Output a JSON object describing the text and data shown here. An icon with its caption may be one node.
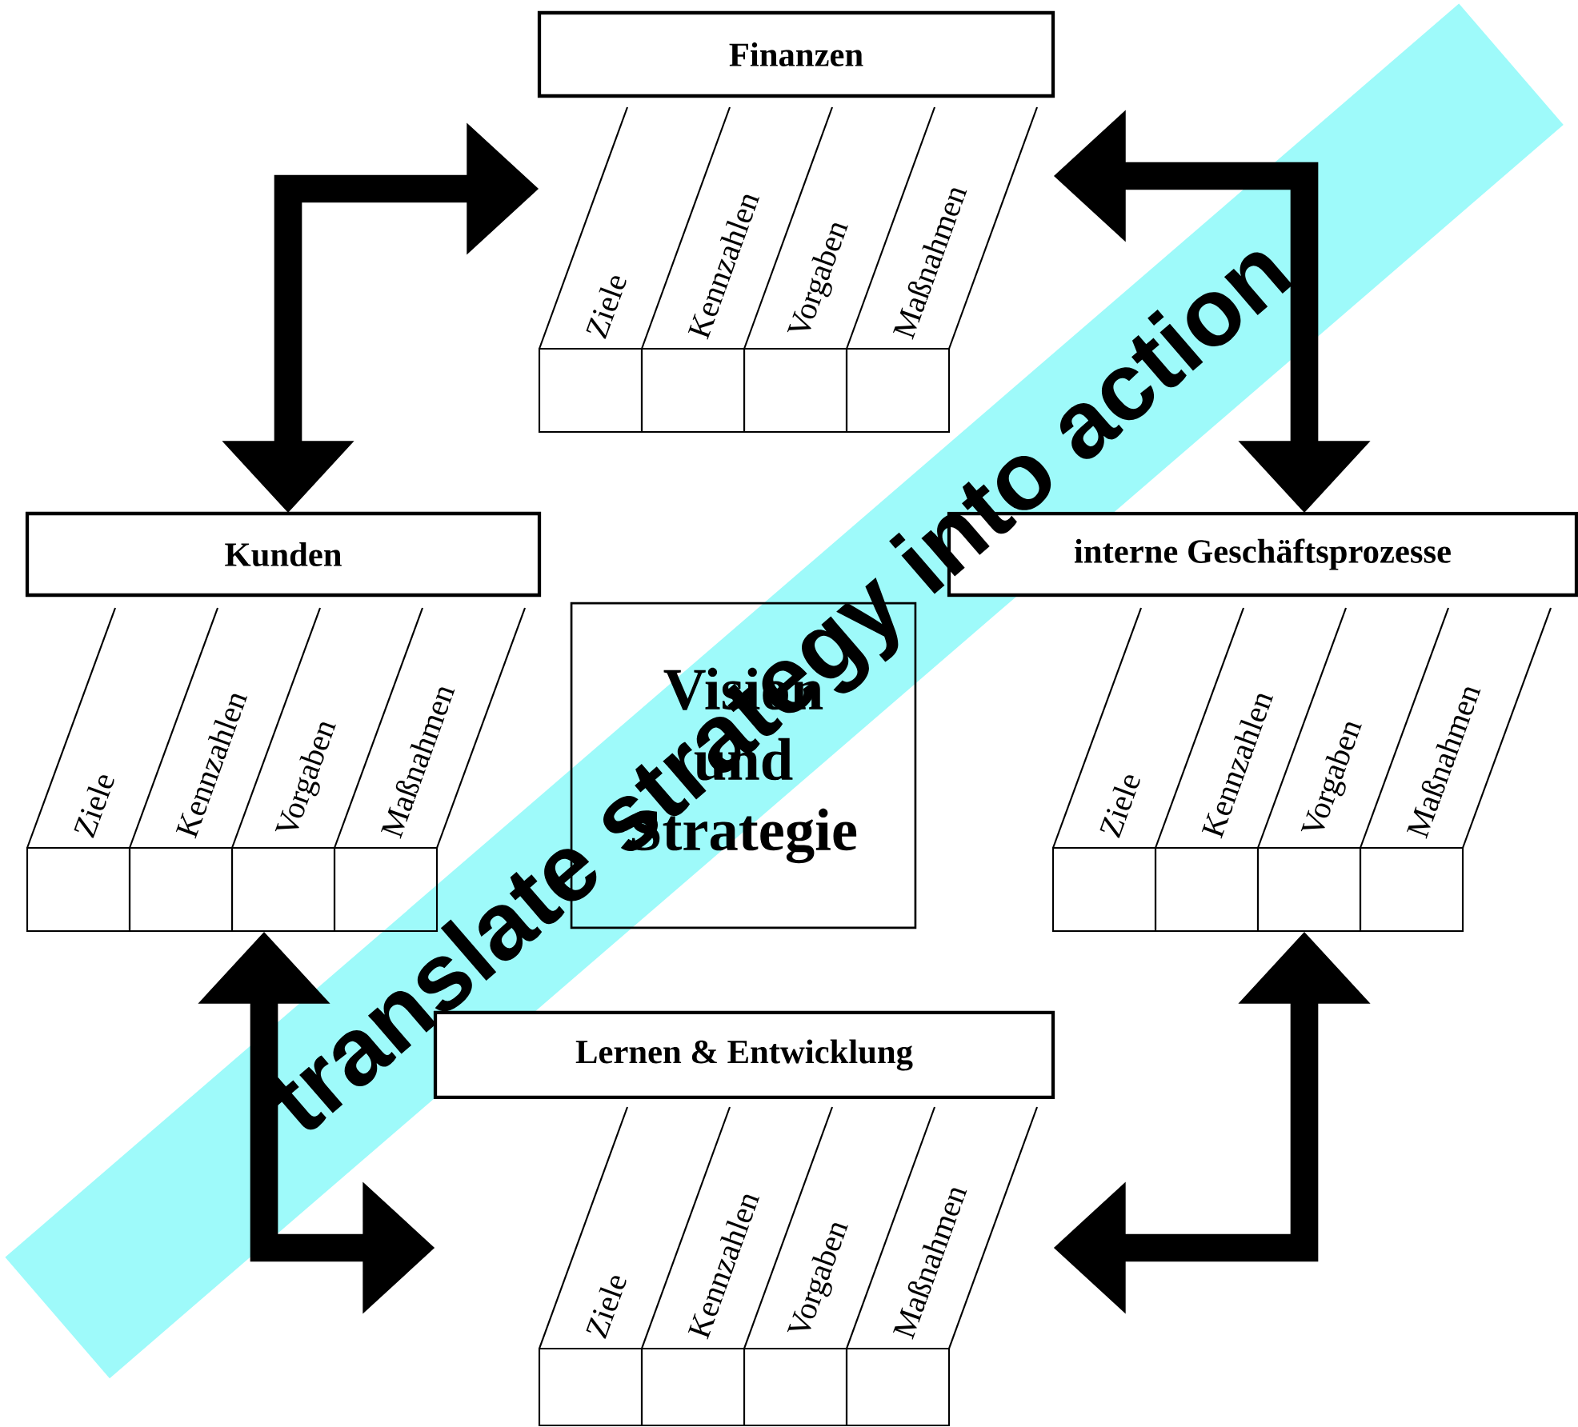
{
  "diagram": {
    "nodes": [
      {
        "text": [
          "Finanzen",
          "Ziele",
          "Kennzahlen",
          "Vorgaben",
          "Maßnahmen"
        ]
      },
      {
        "text": [
          "Kunden",
          "Ziele",
          "Kennzahlen",
          "Vorgaben",
          "Maßnahmen"
        ]
      },
      {
        "text": [
          "Vision und Strategie"
        ]
      },
      {
        "text": [
          "interne Geschäftsprozesse",
          "Ziele",
          "Kennzahlen",
          "Vorgaben",
          "Maßnahmen"
        ]
      },
      {
        "text": [
          "Lernen & Entwicklung",
          "Ziele",
          "Kennzahlen",
          "Vorgaben",
          "Maßnahmen"
        ]
      }
    ],
    "edges": [
      {
        "from": 1,
        "to": 0,
        "arrow": "both"
      },
      {
        "from": 0,
        "to": 3,
        "arrow": "both"
      },
      {
        "from": 3,
        "to": 4,
        "arrow": "both"
      },
      {
        "from": 4,
        "to": 1,
        "arrow": "both"
      }
    ],
    "labels": [
      "translate strategy into action"
    ]
  }
}
